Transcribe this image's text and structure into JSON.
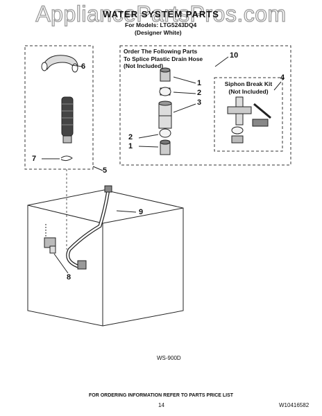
{
  "watermark": "AppliancePartsPros.com",
  "header": {
    "title": "WATER SYSTEM PARTS",
    "model_line": "For Models: LTG5243DQ4",
    "variant_line": "(Designer White)"
  },
  "boxes": {
    "drain_hose_kit": {
      "line1": "Order The Following Parts",
      "line2": "To Splice Plastic Drain Hose",
      "line3": "(Not Included)"
    },
    "siphon_kit": {
      "line1": "Siphon Break Kit",
      "line2": "(Not Included)"
    }
  },
  "callouts": {
    "c10": "10",
    "c4": "4",
    "c6": "6",
    "c1a": "1",
    "c2a": "2",
    "c3": "3",
    "c2b": "2",
    "c1b": "1",
    "c7": "7",
    "c5": "5",
    "c9": "9",
    "c8": "8"
  },
  "drawing_code": "WS-900D",
  "footer": {
    "note": "FOR ORDERING INFORMATION REFER TO PARTS PRICE LIST",
    "page_number": "14",
    "doc_number": "W10416582"
  }
}
